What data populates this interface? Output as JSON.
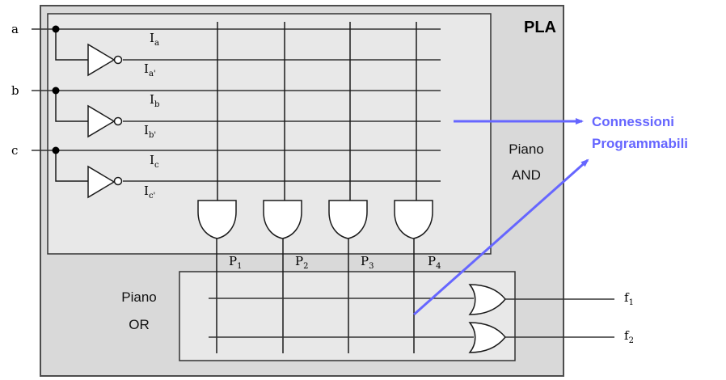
{
  "diagram": {
    "title": "PLA",
    "inputs": [
      {
        "name": "a",
        "true_line": "I",
        "true_sub": "a",
        "comp_line": "I",
        "comp_sub": "a'"
      },
      {
        "name": "b",
        "true_line": "I",
        "true_sub": "b",
        "comp_line": "I",
        "comp_sub": "b'"
      },
      {
        "name": "c",
        "true_line": "I",
        "true_sub": "c",
        "comp_line": "I",
        "comp_sub": "c'"
      }
    ],
    "products": [
      {
        "base": "P",
        "sub": "1"
      },
      {
        "base": "P",
        "sub": "2"
      },
      {
        "base": "P",
        "sub": "3"
      },
      {
        "base": "P",
        "sub": "4"
      }
    ],
    "outputs": [
      {
        "base": "f",
        "sub": "1"
      },
      {
        "base": "f",
        "sub": "2"
      }
    ],
    "and_plane": {
      "line1": "Piano",
      "line2": "AND"
    },
    "or_plane": {
      "line1": "Piano",
      "line2": "OR"
    },
    "annotation": {
      "line1": "Connessioni",
      "line2": "Programmabili"
    },
    "colors": {
      "outer_fill": "#d9d9d9",
      "plane_fill": "#e8e8e8",
      "wire": "#1a1a1a",
      "accent": "#6666ff"
    }
  }
}
